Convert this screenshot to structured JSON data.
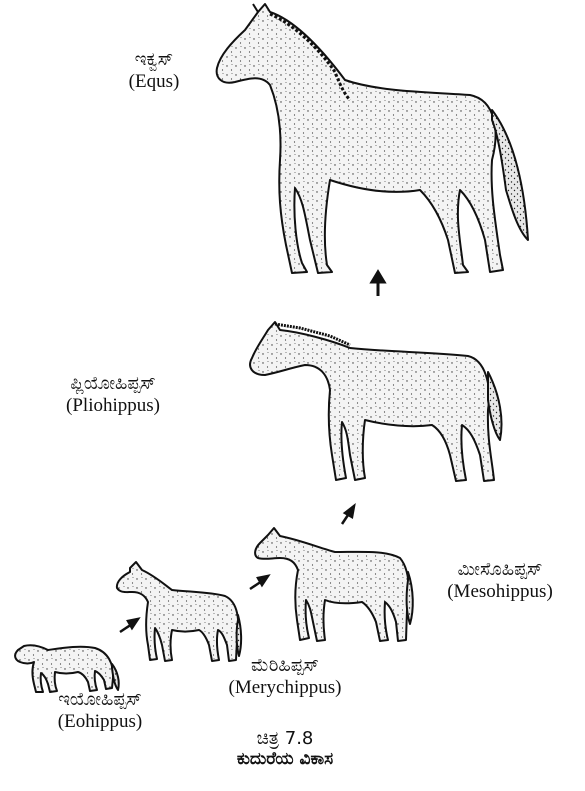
{
  "stages": {
    "equus": {
      "kn": "ಇಕ್ವಸ್",
      "en": "(Equs)"
    },
    "pliohippus": {
      "kn": "ಪ್ಲಿಯೋಹಿಪ್ಪಸ್",
      "en": "(Pliohippus)"
    },
    "mesohippus": {
      "kn": "ಮೀಸೊಹಿಪ್ಪಸ್",
      "en": "(Mesohippus)"
    },
    "merychippus": {
      "kn": "ಮೆರಿಹಿಪ್ಪಸ್",
      "en": "(Merychippus)"
    },
    "eohippus": {
      "kn": "ಇಯೋಹಿಪ್ಪಸ್",
      "en": "(Eohippus)"
    }
  },
  "caption": {
    "number": "ಚಿತ್ರ 7.8",
    "title": "ಕುದುರೆಯ ವಿಕಾಸ"
  },
  "colors": {
    "ink": "#111111",
    "fill": "#f3f3f3"
  }
}
